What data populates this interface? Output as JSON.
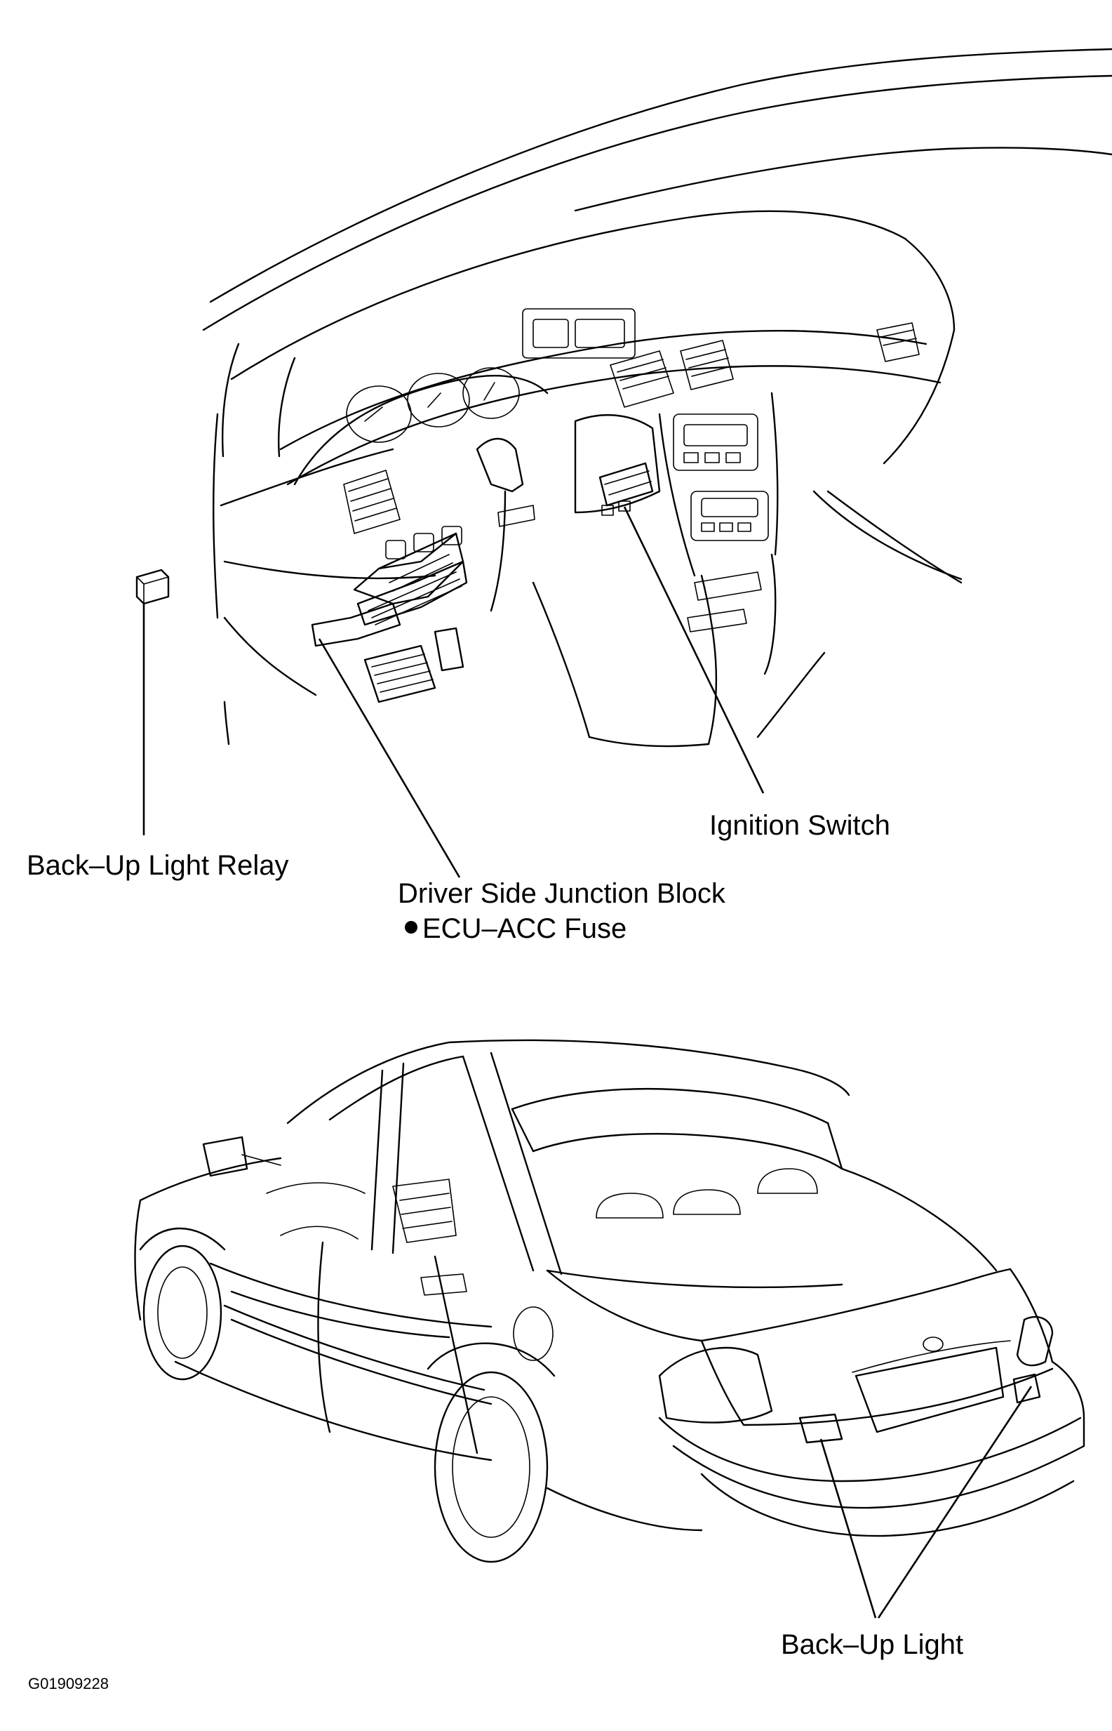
{
  "labels": {
    "ignition_switch": "Ignition Switch",
    "backup_light_relay": "Back–Up Light Relay",
    "driver_side_junction_block": "Driver Side Junction Block",
    "ecu_acc_fuse": "ECU–ACC Fuse",
    "backup_light": "Back–Up Light",
    "figure_code": "G01909228"
  },
  "icons": {
    "bullet": "filled-circle-bullet"
  }
}
